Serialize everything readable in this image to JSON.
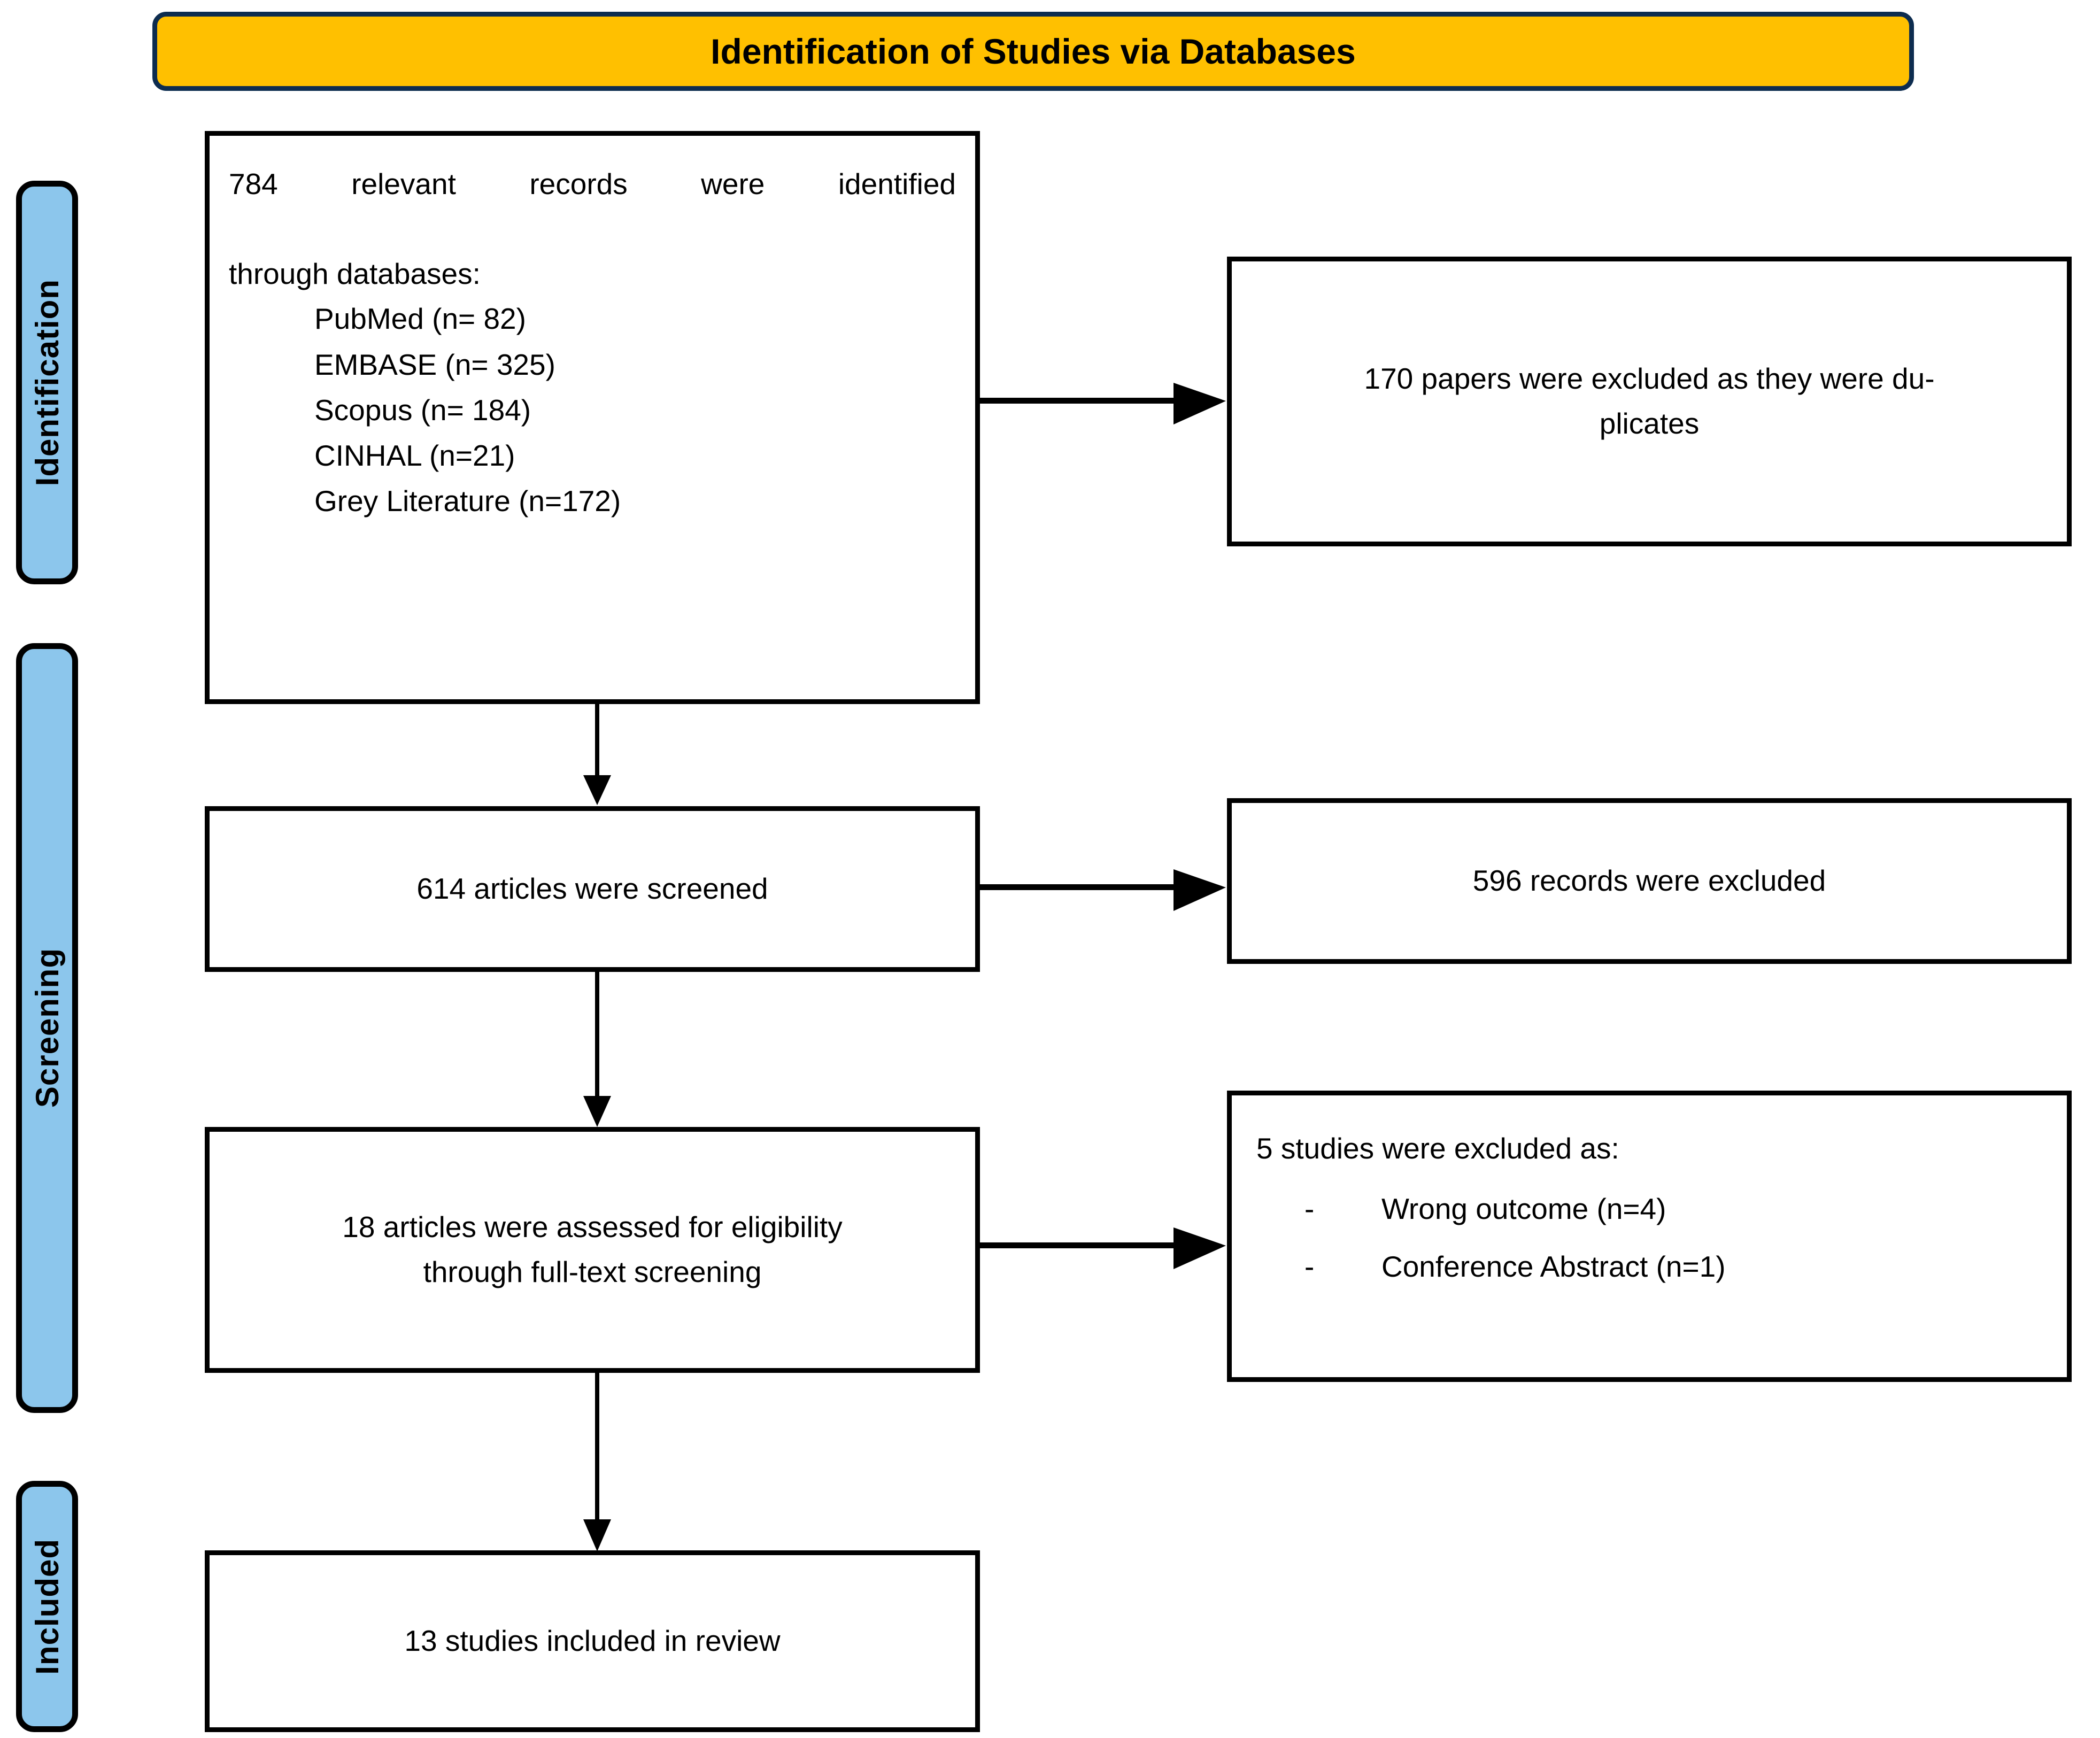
{
  "header": {
    "title": "Identification of Studies via Databases",
    "fill_color": "#ffc000",
    "border_color": "#0d2c4f"
  },
  "stages": [
    {
      "label": "Identification",
      "fill_color": "#8cc6ec"
    },
    {
      "label": "Screening",
      "fill_color": "#8cc6ec"
    },
    {
      "label": "Included",
      "fill_color": "#8cc6ec"
    }
  ],
  "identification_box": {
    "intro_line1": "784 relevant records were identified",
    "intro_line2": "through databases:",
    "databases": [
      "PubMed (n= 82)",
      "EMBASE (n= 325)",
      "Scopus (n= 184)",
      "CINHAL (n=21)",
      "Grey Literature (n=172)"
    ]
  },
  "duplicates_box": {
    "line1": "170 papers were excluded as they were du-",
    "line2": "plicates"
  },
  "screened_box": {
    "line1": "614 articles were screened"
  },
  "records_excluded_box": {
    "line1": "596 records were excluded"
  },
  "eligibility_box": {
    "line1": "18 articles were assessed for eligibility",
    "line2": "through full-text screening"
  },
  "studies_excluded_box": {
    "heading": "5 studies were excluded as:",
    "bullet_marker": "-",
    "reasons": [
      "Wrong outcome (n=4)",
      "Conference Abstract (n=1)"
    ]
  },
  "included_box": {
    "line1": "13 studies included in review"
  }
}
